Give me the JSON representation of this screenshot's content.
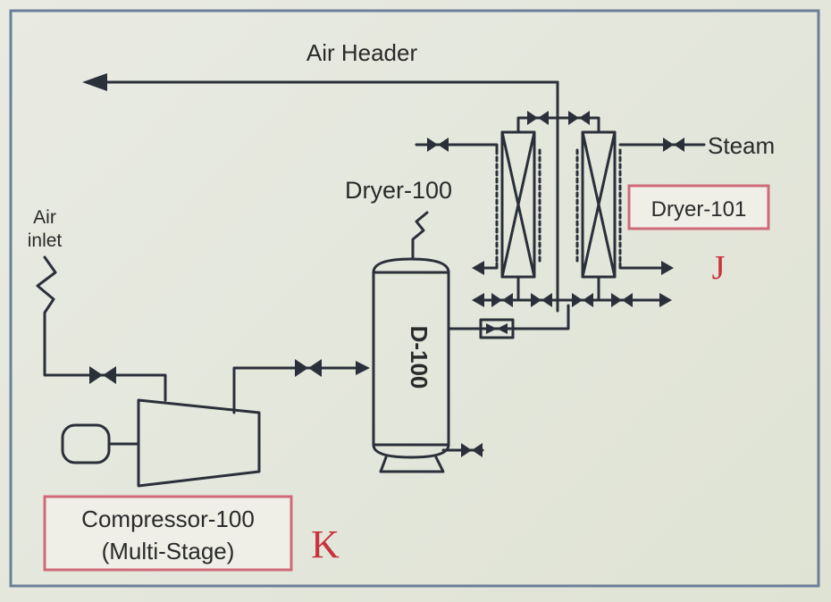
{
  "diagram": {
    "header_label": "Air Header",
    "air_inlet_line1": "Air",
    "air_inlet_line2": "inlet",
    "dryer100_label": "Dryer-100",
    "vessel_tag": "D-100",
    "steam_label": "Steam",
    "dryer101_label": "Dryer-101",
    "compressor_line1": "Compressor-100",
    "compressor_line2": "(Multi-Stage)",
    "marker_j": "J",
    "marker_k": "K"
  },
  "colors": {
    "line": "#2b2f3a",
    "annotation_red": "#c8323c",
    "label_box_border": "#cf6a78"
  }
}
